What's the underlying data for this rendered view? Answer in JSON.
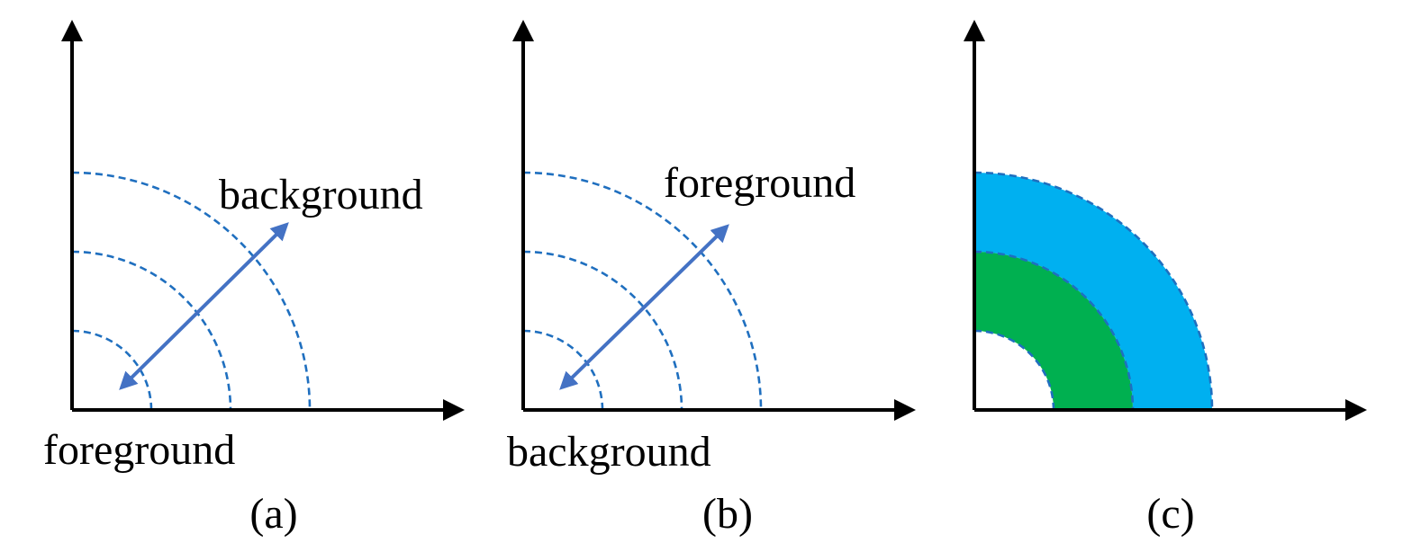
{
  "panels": [
    {
      "caption": "(a)",
      "outer_label": "background",
      "inner_label": "foreground"
    },
    {
      "caption": "(b)",
      "outer_label": "foreground",
      "inner_label": "background"
    },
    {
      "caption": "(c)"
    }
  ],
  "colors": {
    "axis": "#000000",
    "dashed_arc": "#1f6fbf",
    "arrow": "#4472c4",
    "outer_ring_fill": "#00b0f0",
    "inner_ring_fill": "#00b050"
  }
}
